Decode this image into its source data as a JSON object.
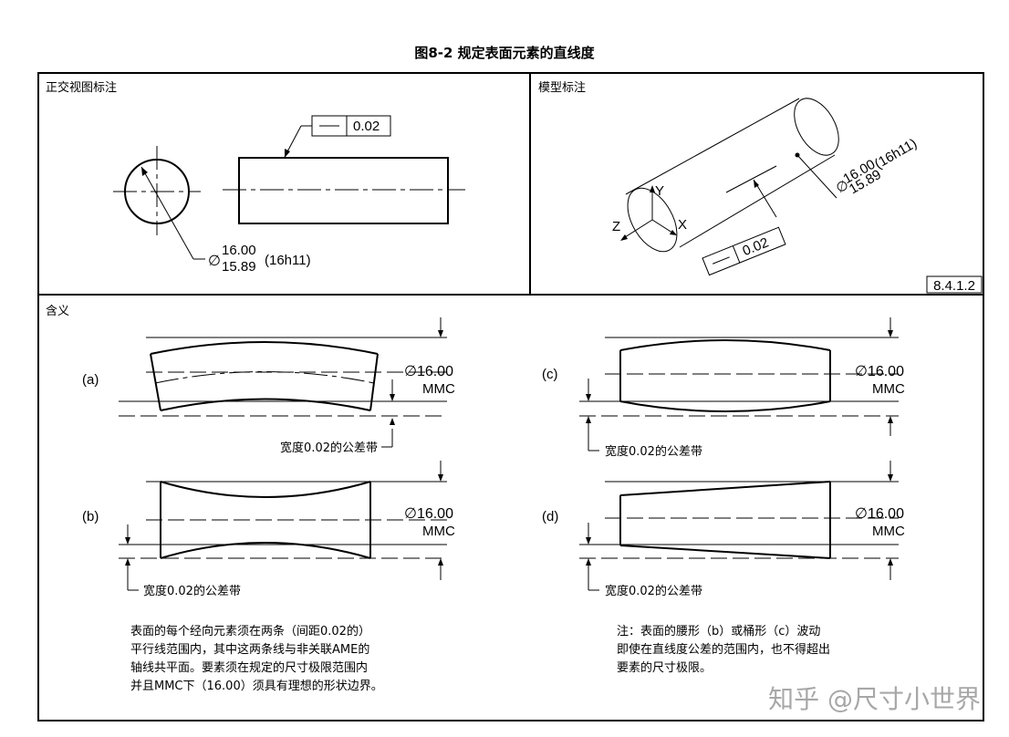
{
  "figure_title": "图8-2 规定表面元素的直线度",
  "panels": {
    "ortho": {
      "title": "正交视图标注"
    },
    "model": {
      "title": "模型标注",
      "ref": "8.4.1.2"
    },
    "meaning": {
      "title": "含义"
    }
  },
  "tolerance": {
    "symbol": "—",
    "value": "0.02"
  },
  "size": {
    "diameter_symbol": "∅",
    "upper": "16.00",
    "lower": "15.89",
    "fit": "(16h11)"
  },
  "axes": {
    "x": "X",
    "y": "Y",
    "z": "Z"
  },
  "cases": [
    {
      "id": "a",
      "label": "(a)",
      "size": "∅16.00",
      "condition": "MMC",
      "zone": "宽度0.02的公差带"
    },
    {
      "id": "b",
      "label": "(b)",
      "size": "∅16.00",
      "condition": "MMC",
      "zone": "宽度0.02的公差带"
    },
    {
      "id": "c",
      "label": "(c)",
      "size": "∅16.00",
      "condition": "MMC",
      "zone": "宽度0.02的公差带"
    },
    {
      "id": "d",
      "label": "(d)",
      "size": "∅16.00",
      "condition": "MMC",
      "zone": "宽度0.02的公差带"
    }
  ],
  "notes": {
    "left": [
      "表面的每个经向元素须在两条（间距0.02的）",
      "平行线范围内，其中这两条线与非关联AME的",
      "轴线共平面。要素须在规定的尺寸极限范围内",
      "并且MMC下（16.00）须具有理想的形状边界。"
    ],
    "right": [
      "注：表面的腰形（b）或桶形（c）波动",
      "即使在直线度公差的范围内，也不得超出",
      "要素的尺寸极限。"
    ]
  },
  "watermark": "知乎 @尺寸小世界"
}
